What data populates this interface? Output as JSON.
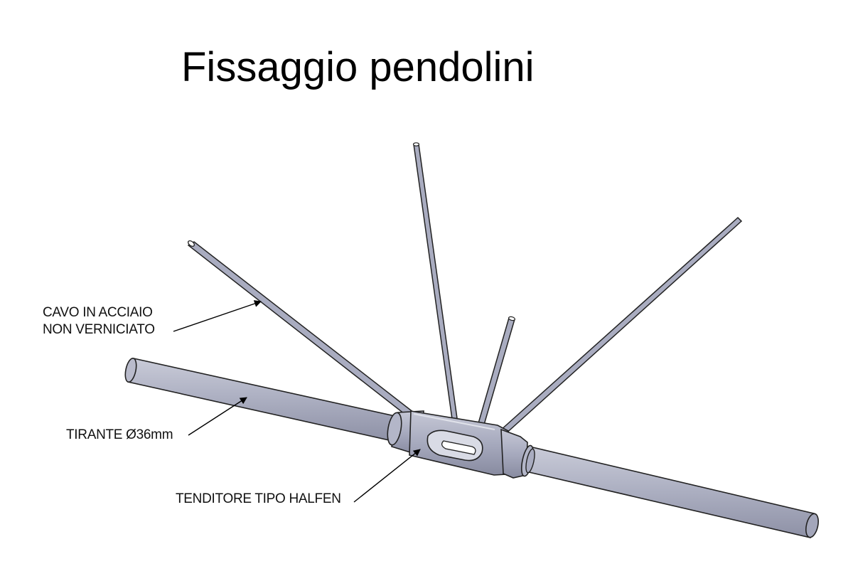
{
  "title": "Fissaggio pendolini",
  "labels": {
    "cavo_line1": "CAVO IN ACCIAIO",
    "cavo_line2": "NON VERNICIATO",
    "tirante": "TIRANTE Ø36mm",
    "tenditore": "TENDITORE TIPO HALFEN"
  },
  "colors": {
    "steel_fill": "#a9acc0",
    "steel_light": "#d2d4e0",
    "steel_dark": "#7f8298",
    "outline": "#222222",
    "text": "#000000"
  }
}
